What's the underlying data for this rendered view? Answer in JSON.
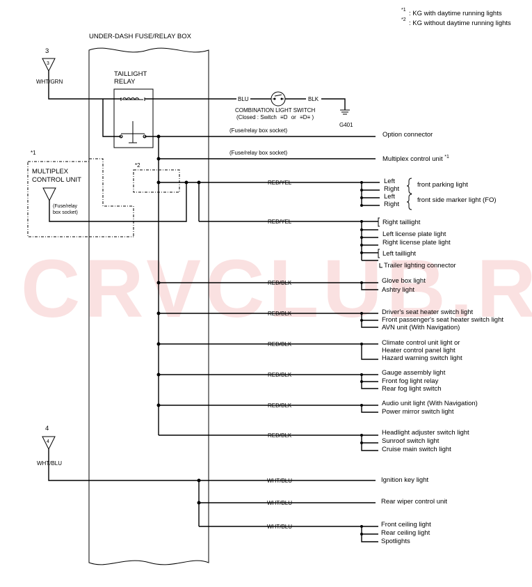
{
  "watermark": "CRVCLUB.RU",
  "notes": [
    {
      "mark": "*1",
      "text": ": KG with daytime running lights"
    },
    {
      "mark": "*2",
      "text": ": KG without daytime running lights"
    }
  ],
  "box_title": "UNDER-DASH FUSE/RELAY BOX",
  "relay": {
    "line1": "TAILLIGHT",
    "line2": "RELAY"
  },
  "fuses": [
    {
      "number": "3",
      "inner": "3",
      "wire": "WHT/GRN"
    },
    {
      "number": "4",
      "inner": "4",
      "wire": "WHT/BLU"
    }
  ],
  "switch": {
    "wire_in": "BLU",
    "wire_out": "BLK",
    "name": "COMBINATION LIGHT SWITCH",
    "position_prefix": "(Closed : Switch",
    "position_glyph1": "≡D",
    "position_or": "or",
    "position_glyph2": "≡D≡",
    "position_suffix": ")",
    "ground": "G401"
  },
  "mcu": {
    "mark": "*1",
    "line1": "MULTIPLEX",
    "line2": "CONTROL UNIT",
    "socket1": "(Fuse/relay",
    "socket2": "box socket)"
  },
  "star2": "*2",
  "socket_label": "(Fuse/relay box socket)",
  "outputs": {
    "option_connector": "Option connector",
    "multiplex_control_unit": "Multiplex control unit",
    "multiplex_sup": "*1"
  },
  "branches": [
    {
      "wire": "RED/YEL",
      "items": [
        "Left",
        "Right",
        "Left",
        "Right"
      ]
    },
    {
      "wire": "RED/YEL",
      "items": [
        "Right taillight",
        "Left license plate light",
        "Right license plate light",
        "Left taillight",
        "Trailer lighting connector"
      ]
    },
    {
      "wire": "RED/BLK",
      "items": [
        "Glove box light",
        "Ashtry light"
      ]
    },
    {
      "wire": "RED/BLK",
      "items": [
        "Driver's seat heater switch light",
        "Front passenger's seat heater switch light",
        "AVN unit (With Navigation)"
      ]
    },
    {
      "wire": "RED/BLK",
      "items": [
        "Climate control unit light or",
        "Heater control panel light",
        "Hazard warning switch light"
      ]
    },
    {
      "wire": "RED/BLK",
      "items": [
        "Gauge assembly light",
        "Front fog light relay",
        "Rear fog light switch"
      ]
    },
    {
      "wire": "RED/BLK",
      "items": [
        "Audio unit light (With Navigation)",
        "Power mirror switch light"
      ]
    },
    {
      "wire": "RED/BLK",
      "items": [
        "Headlight adjuster switch light",
        "Sunroof switch light",
        "Cruise main switch light"
      ]
    }
  ],
  "group_labels": {
    "parking": "front parking light",
    "side_marker": "front side marker light (FO)"
  },
  "blu_branches": [
    {
      "wire": "WHT/BLU",
      "items": [
        "Ignition key light"
      ]
    },
    {
      "wire": "WHT/BLU",
      "items": [
        "Rear wiper control unit"
      ]
    },
    {
      "wire": "WHT/BLU",
      "items": [
        "Front ceiling light",
        "Rear ceiling light",
        "Spotlights"
      ]
    }
  ]
}
